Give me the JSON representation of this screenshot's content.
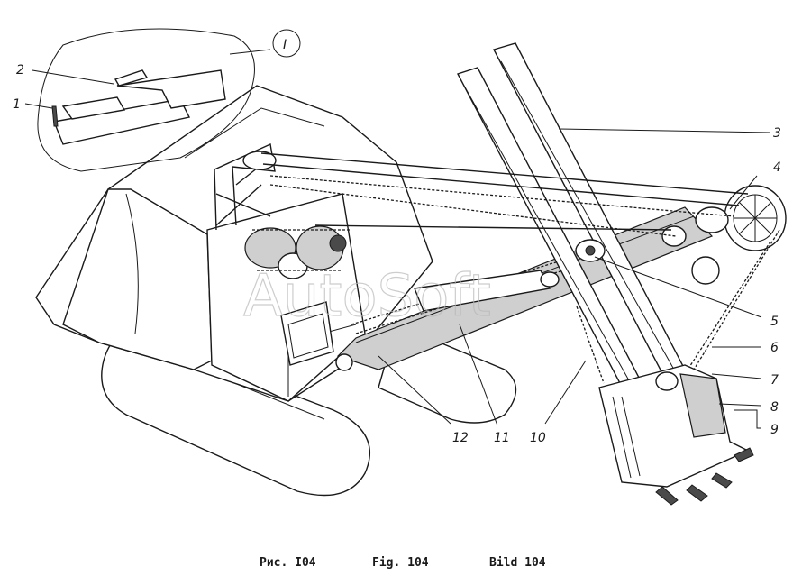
{
  "callouts": {
    "n1": "1",
    "n2": "2",
    "n3": "3",
    "n4": "4",
    "n5": "5",
    "n6": "6",
    "n7": "7",
    "n8": "8",
    "n9": "9",
    "n10": "10",
    "n11": "11",
    "n12": "12",
    "detail": "I"
  },
  "caption": {
    "ru": "Рис. I04",
    "en": "Fig. 104",
    "de": "Bild 104"
  },
  "watermark": "AutoSoft"
}
